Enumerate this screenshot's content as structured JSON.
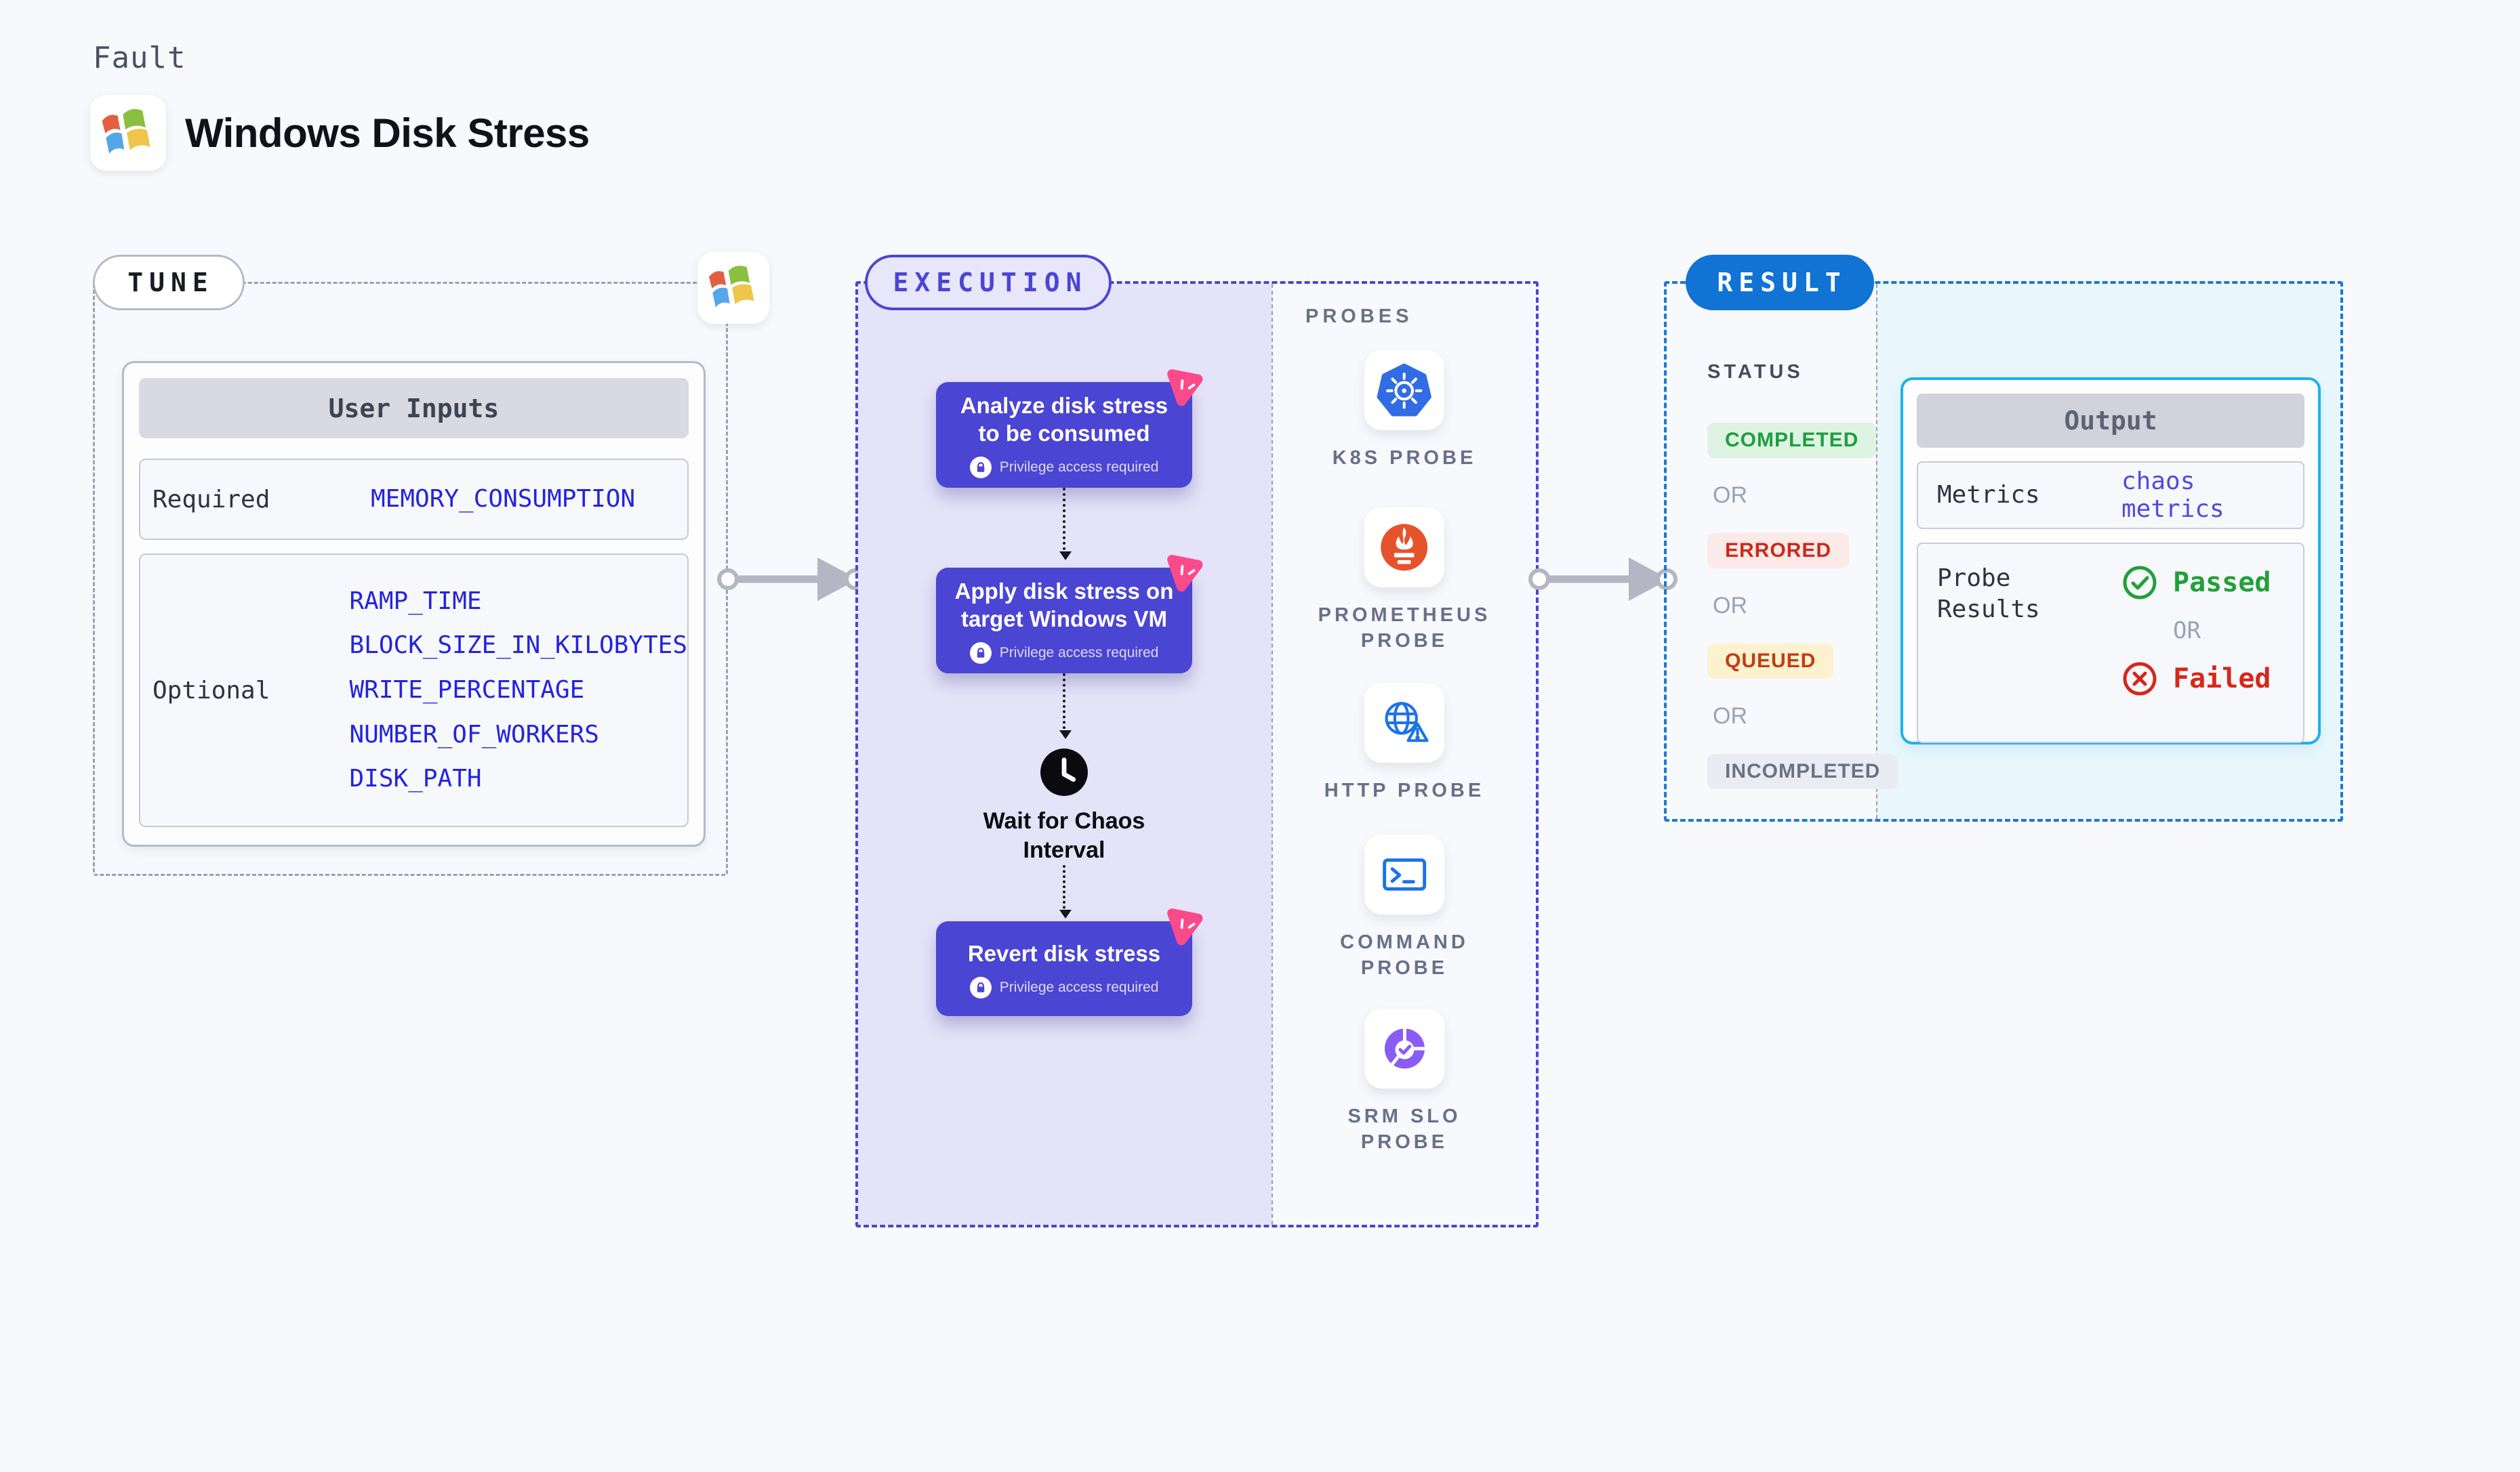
{
  "header": {
    "eyebrow": "Fault",
    "title": "Windows Disk Stress"
  },
  "tune": {
    "label": "TUNE",
    "table": {
      "title": "User Inputs",
      "rows": [
        {
          "label": "Required",
          "values": [
            "MEMORY_CONSUMPTION"
          ]
        },
        {
          "label": "Optional",
          "values": [
            "RAMP_TIME",
            "BLOCK_SIZE_IN_KILOBYTES",
            "WRITE_PERCENTAGE",
            "NUMBER_OF_WORKERS",
            "DISK_PATH"
          ]
        }
      ]
    }
  },
  "execution": {
    "label": "EXECUTION",
    "steps": [
      {
        "title_lines": [
          "Analyze disk stress",
          "to be consumed"
        ],
        "badge": "Privilege access required"
      },
      {
        "title_lines": [
          "Apply disk stress on",
          "target Windows VM"
        ],
        "badge": "Privilege access required"
      },
      {
        "type": "wait",
        "title_lines": [
          "Wait for Chaos",
          "Interval"
        ]
      },
      {
        "title_lines": [
          "Revert disk stress"
        ],
        "badge": "Privilege access required"
      }
    ],
    "probes": {
      "label": "PROBES",
      "items": [
        {
          "icon": "k8s-probe-icon",
          "label_lines": [
            "K8S PROBE"
          ]
        },
        {
          "icon": "prometheus-probe-icon",
          "label_lines": [
            "PROMETHEUS",
            "PROBE"
          ]
        },
        {
          "icon": "http-probe-icon",
          "label_lines": [
            "HTTP PROBE"
          ]
        },
        {
          "icon": "command-probe-icon",
          "label_lines": [
            "COMMAND",
            "PROBE"
          ]
        },
        {
          "icon": "srm-slo-probe-icon",
          "label_lines": [
            "SRM SLO",
            "PROBE"
          ]
        }
      ]
    }
  },
  "result": {
    "label": "RESULT",
    "status": {
      "label": "STATUS",
      "badges": [
        "COMPLETED",
        "ERRORED",
        "QUEUED",
        "INCOMPLETED"
      ],
      "separator": "OR"
    },
    "output": {
      "title": "Output",
      "metrics_label": "Metrics",
      "metrics_value": "chaos metrics",
      "probe_results_lines": [
        "Probe",
        "Results"
      ],
      "passed": "Passed",
      "failed": "Failed",
      "separator": "OR"
    }
  },
  "colors": {
    "accent_purple": "#4b45d3",
    "lavender_bg": "#e4e3f8",
    "chaos_pink": "#fb4a8a",
    "result_blue": "#1b79d3",
    "result_pill_blue": "#1173d4",
    "output_border_cyan": "#1cb2e9",
    "cyan_bg": "#e9f7fd",
    "input_value_blue": "#2424dd",
    "metrics_violet": "#5347e6",
    "passed_green": "#21a038",
    "failed_red": "#d5281b",
    "queued_text": "#c23c12",
    "arrow_gray": "#b4b6c3",
    "k8s_blue": "#326ce5",
    "prometheus_orange": "#e6522c",
    "probe_icon_blue": "#1a73e8",
    "srm_purple": "#8a5cf5"
  }
}
